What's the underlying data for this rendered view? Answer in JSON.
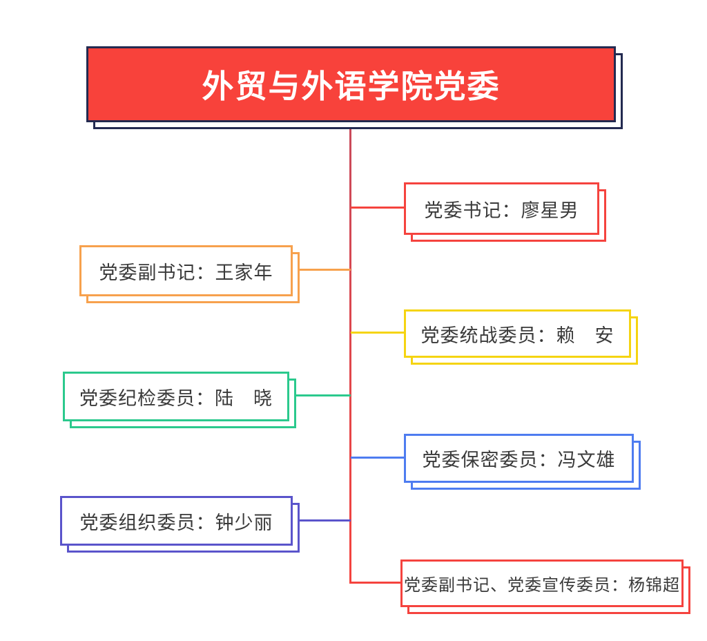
{
  "title": {
    "text": "外贸与外语学院党委",
    "fill_color": "#F8423B",
    "border_color": "#232A50",
    "text_color": "#FFFFFF"
  },
  "spine": {
    "color_top": "#C94A5B",
    "color_bottom": "#F5433E"
  },
  "nodes": [
    {
      "label": "党委书记：廖星男",
      "color": "#F5433E",
      "side": "right"
    },
    {
      "label": "党委副书记：王家年",
      "color": "#F7A14D",
      "side": "left"
    },
    {
      "label": "党委统战委员：赖　安",
      "color": "#F5D411",
      "side": "right"
    },
    {
      "label": "党委纪检委员：陆　晓",
      "color": "#2BC98D",
      "side": "left"
    },
    {
      "label": "党委保密委员：冯文雄",
      "color": "#4E7CF0",
      "side": "right"
    },
    {
      "label": "党委组织委员：钟少丽",
      "color": "#5A54CB",
      "side": "left"
    },
    {
      "label": "党委副书记、党委宣传委员：杨锦超",
      "color": "#F5433E",
      "side": "right"
    }
  ]
}
